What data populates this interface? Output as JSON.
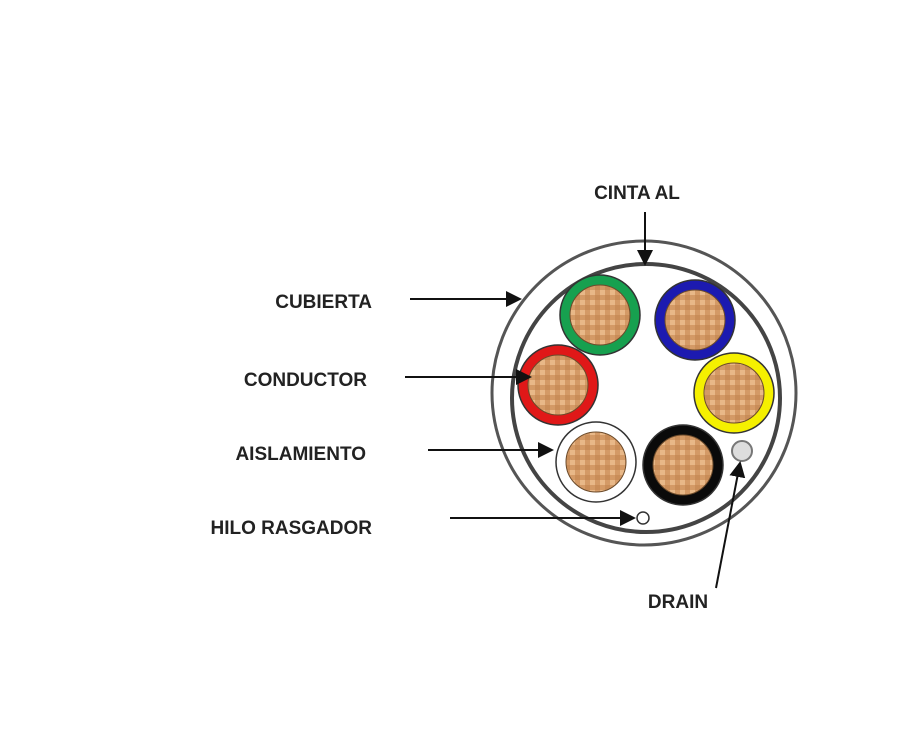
{
  "labels": {
    "cinta": "CINTA AL",
    "cubierta": "CUBIERTA",
    "conductor": "CONDUCTOR",
    "aislamiento": "AISLAMIENTO",
    "hilo": "HILO RASGADOR",
    "drain": "DRAIN"
  },
  "colors": {
    "green": "#17a04f",
    "blue": "#1c1ab0",
    "red": "#e01818",
    "yellow": "#f5f000",
    "white": "#ffffff",
    "black": "#0a0a0a",
    "copper": "#d9a574"
  }
}
